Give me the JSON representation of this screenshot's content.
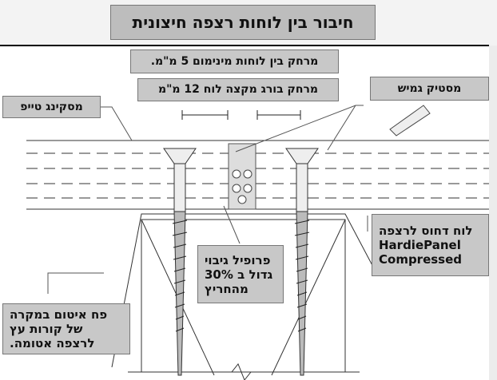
{
  "title": "חיבור בין לוחות רצפה חיצונית",
  "labels": {
    "gap": "מרחק בין לוחות מינימום 5 מ\"מ.",
    "screw_edge": "מרחק בורג מקצה לוח 12 מ\"מ",
    "masking_tape": "מסקינג טייפ",
    "flexible_sealant": "מסטיק גמיש",
    "panel": [
      "לוח דחוס לרצפה",
      "HardiePanel",
      "Compressed"
    ],
    "backer": [
      "פרופיל גיבוי",
      "גדול ב 30%",
      "מהחריץ"
    ],
    "flashing": [
      "פח איטום במקרה",
      "של קורות עץ",
      "לרצפה אטומה."
    ]
  }
}
